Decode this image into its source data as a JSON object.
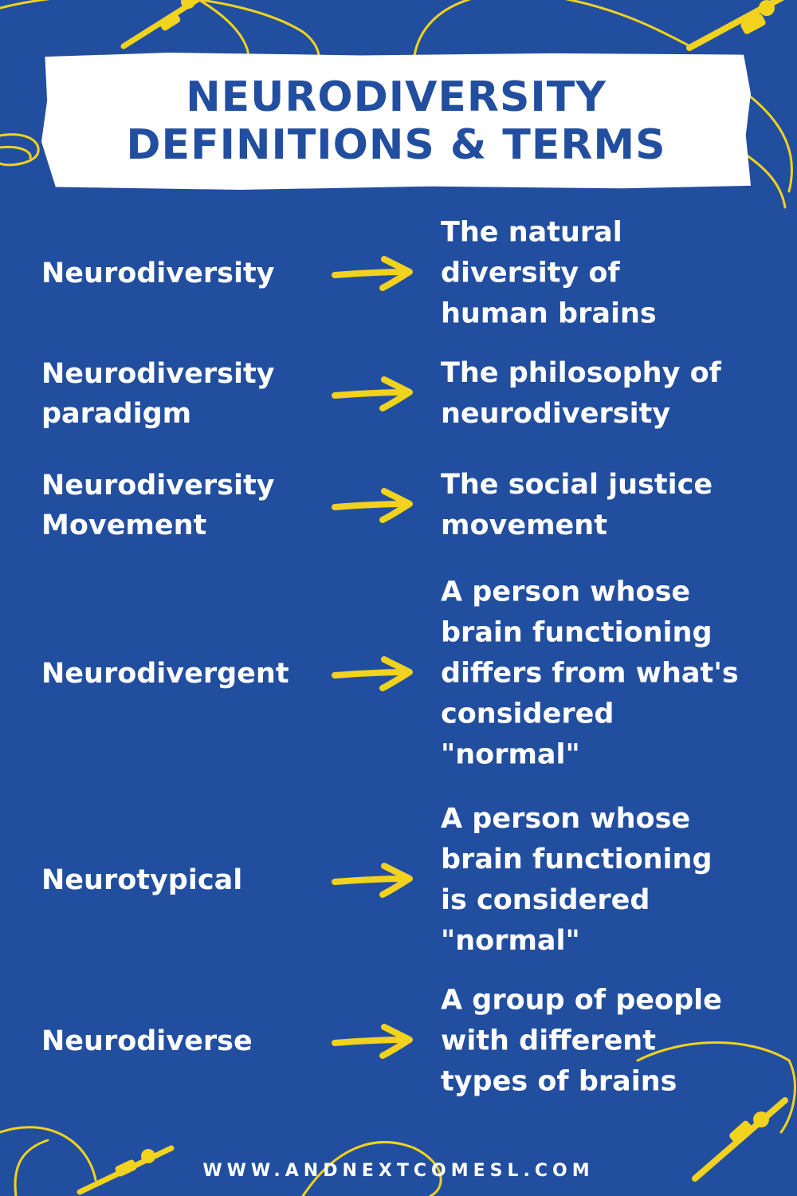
{
  "title": {
    "line1": "NEURODIVERSITY",
    "line2": "DEFINITIONS & TERMS"
  },
  "terms": [
    {
      "term": [
        "Neurodiversity"
      ],
      "definition": [
        "The natural",
        "diversity of",
        "human brains"
      ]
    },
    {
      "term": [
        "Neurodiversity",
        "paradigm"
      ],
      "definition": [
        "The philosophy of",
        "neurodiversity"
      ]
    },
    {
      "term": [
        "Neurodiversity",
        "Movement"
      ],
      "definition": [
        "The social justice",
        "movement"
      ]
    },
    {
      "term": [
        "Neurodivergent"
      ],
      "definition": [
        "A person whose",
        "brain functioning",
        "differs from what's",
        "considered",
        "\"normal\""
      ]
    },
    {
      "term": [
        "Neurotypical"
      ],
      "definition": [
        "A person whose",
        "brain functioning",
        "is considered",
        "\"normal\""
      ]
    },
    {
      "term": [
        "Neurodiverse"
      ],
      "definition": [
        "A group of people",
        "with different",
        "types of brains"
      ]
    }
  ],
  "footer": "WWW.ANDNEXTCOMESL.COM",
  "colors": {
    "background": "#224ea0",
    "accent": "#f1d21e",
    "text": "#ffffff",
    "title_text": "#224ea0"
  },
  "icons": [
    "arrow-right-icon",
    "fishing-rod-icon"
  ]
}
